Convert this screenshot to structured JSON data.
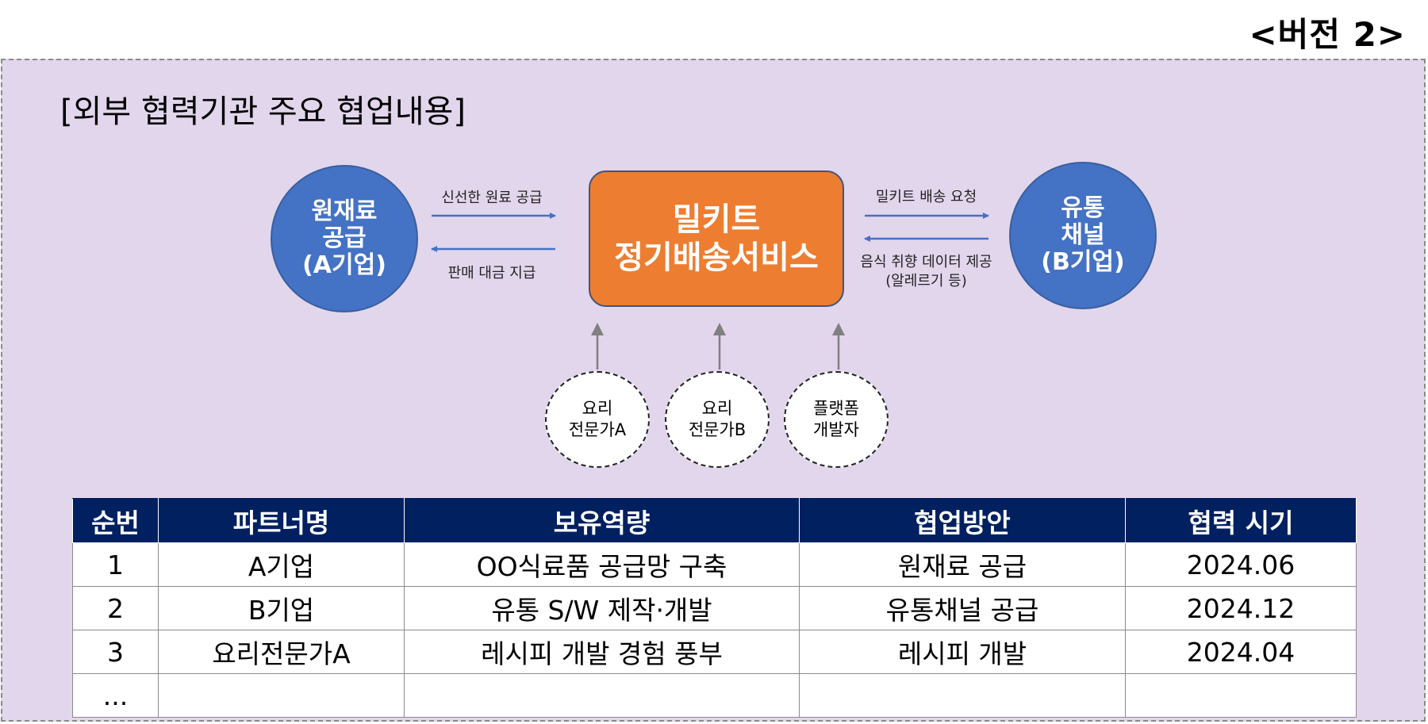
{
  "version_label": "<버전 2>",
  "section_title": "[외부 협력기관 주요 협업내용]",
  "diagram": {
    "supplier": {
      "line1": "원재료",
      "line2": "공급",
      "line3": "(A기업)"
    },
    "center": {
      "line1": "밀키트",
      "line2": "정기배송서비스"
    },
    "distributor": {
      "line1": "유통",
      "line2": "채널",
      "line3": "(B기업)"
    },
    "flows": {
      "supply": "신선한 원료 공급",
      "payment": "판매 대금 지급",
      "delivery_request": "밀키트 배송 요청",
      "taste_data_line1": "음식 취향 데이터 제공",
      "taste_data_line2": "(알레르기 등)"
    },
    "contributors": [
      {
        "line1": "요리",
        "line2": "전문가A"
      },
      {
        "line1": "요리",
        "line2": "전문가B"
      },
      {
        "line1": "플랫폼",
        "line2": "개발자"
      }
    ],
    "colors": {
      "blue_node": "#4472c4",
      "center_node": "#ed7d31",
      "arrow_blue": "#4472c4",
      "arrow_gray": "#808080",
      "panel_bg": "#e2d6ec",
      "table_header": "#002060"
    }
  },
  "table": {
    "headers": [
      "순번",
      "파트너명",
      "보유역량",
      "협업방안",
      "협력 시기"
    ],
    "rows": [
      [
        "1",
        "A기업",
        "OO식료품 공급망 구축",
        "원재료 공급",
        "2024.06"
      ],
      [
        "2",
        "B기업",
        "유통 S/W 제작·개발",
        "유통채널 공급",
        "2024.12"
      ],
      [
        "3",
        "요리전문가A",
        "레시피 개발 경험 풍부",
        "레시피 개발",
        "2024.04"
      ],
      [
        "...",
        "",
        "",
        "",
        ""
      ]
    ]
  }
}
